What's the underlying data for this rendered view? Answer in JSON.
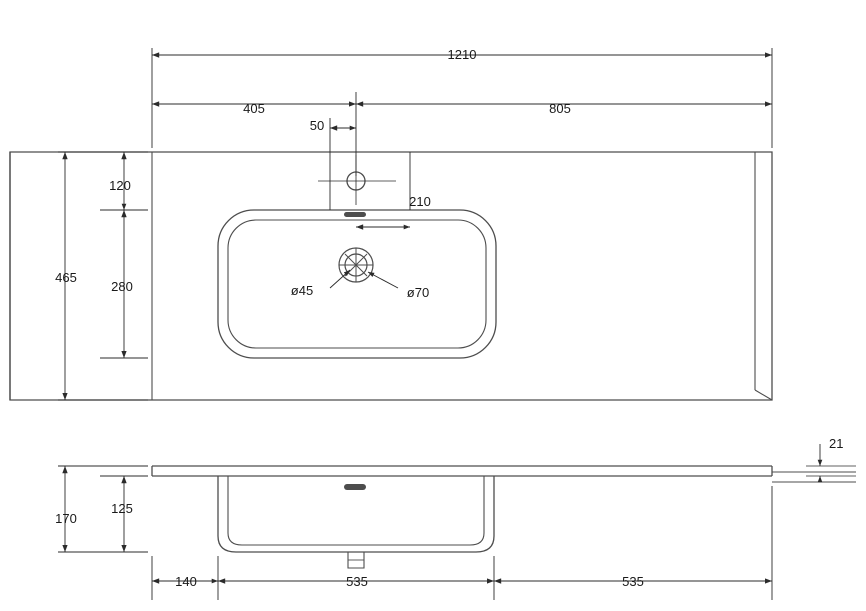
{
  "drawing": {
    "title": "Washbasin technical drawing",
    "units": "mm",
    "line_color": "#4d4d4d",
    "dim_line_color": "#2b2b2b",
    "text_color": "#1a1a1a",
    "background": "#ffffff"
  },
  "top_view": {
    "overall_width": "1210",
    "left_offset": "405",
    "right_offset": "805",
    "tap_hole_offset": "50",
    "depth_total": "465",
    "back_edge_to_bowl": "120",
    "bowl_depth": "280",
    "drain_offset": "210",
    "drain_inner_diameter": "ø45",
    "drain_outer_diameter": "ø70"
  },
  "front_view": {
    "top_slab_thickness": "21",
    "total_height": "170",
    "bowl_height": "125",
    "left_segment": "140",
    "middle_segment": "535",
    "right_segment": "535"
  },
  "labels": [
    {
      "key": "w1210",
      "text": "1210"
    },
    {
      "key": "w405",
      "text": "405"
    },
    {
      "key": "w805",
      "text": "805"
    },
    {
      "key": "w50",
      "text": "50"
    },
    {
      "key": "h120",
      "text": "120"
    },
    {
      "key": "h210",
      "text": "210"
    },
    {
      "key": "h465",
      "text": "465"
    },
    {
      "key": "h280",
      "text": "280"
    },
    {
      "key": "d45",
      "text": "ø45"
    },
    {
      "key": "d70",
      "text": "ø70"
    },
    {
      "key": "h21",
      "text": "21"
    },
    {
      "key": "h170",
      "text": "170"
    },
    {
      "key": "h125",
      "text": "125"
    },
    {
      "key": "f140",
      "text": "140"
    },
    {
      "key": "f535a",
      "text": "535"
    },
    {
      "key": "f535b",
      "text": "535"
    }
  ]
}
